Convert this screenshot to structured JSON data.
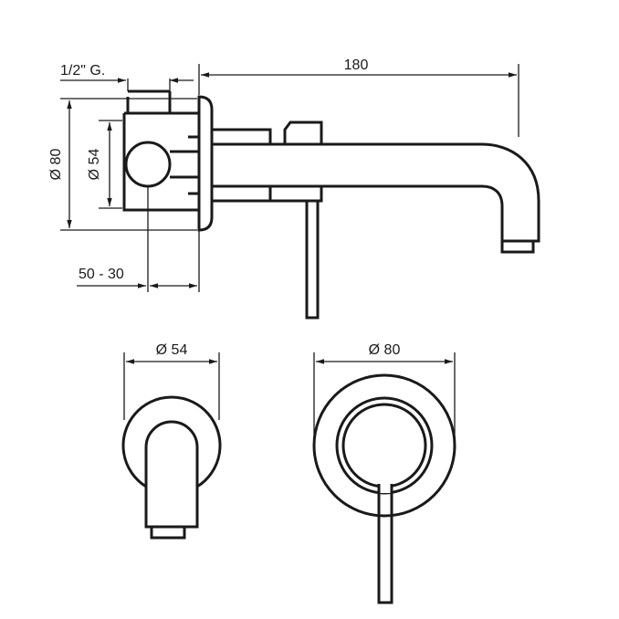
{
  "dimensions": {
    "thread": "1/2\" G.",
    "length": "180",
    "plate_diameter_side": "Ø 80",
    "body_diameter_side": "Ø 54",
    "depth_range": "50 - 30",
    "spout_plate_diameter": "Ø 54",
    "lever_plate_diameter": "Ø 80"
  },
  "colors": {
    "line": "#1a1a1a",
    "background": "#ffffff"
  }
}
